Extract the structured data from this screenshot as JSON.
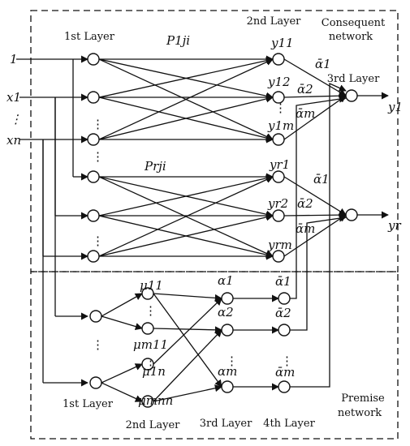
{
  "sections": {
    "consequent_network_line1": "Consequent",
    "consequent_network_line2": "network",
    "premise_network_line1": "Premise",
    "premise_network_line2": "network"
  },
  "layer_labels": {
    "consequent_first": "1st Layer",
    "consequent_second": "2nd Layer",
    "consequent_third": "3rd Layer",
    "premise_first": "1st Layer",
    "premise_second": "2nd Layer",
    "premise_third": "3rd Layer",
    "premise_fourth": "4th Layer"
  },
  "inputs": {
    "bias": "1",
    "x1": "x1",
    "xn": "xn",
    "dots": "⋮"
  },
  "weights": {
    "p1": "P1ji",
    "pr": "Prji"
  },
  "consequent_outputs": {
    "group1": [
      "y11",
      "y12",
      "y1m"
    ],
    "group_r": [
      "yr1",
      "yr2",
      "yrm"
    ]
  },
  "alpha_bar_labels": {
    "group1": [
      "ᾱ1",
      "ᾱ2",
      "ᾱm"
    ],
    "group_r": [
      "ᾱ1",
      "ᾱ2",
      "ᾱm"
    ]
  },
  "final_outputs": [
    "y1",
    "yr"
  ],
  "premise": {
    "mu": [
      "μ11",
      "μm11",
      "μ1n",
      "μmnn"
    ],
    "alpha": [
      "α1",
      "α2",
      "αm"
    ],
    "alpha_bar": [
      "ᾱ1",
      "ᾱ2",
      "ᾱm"
    ]
  },
  "colors": {
    "stroke": "#111111",
    "background": "#ffffff"
  }
}
